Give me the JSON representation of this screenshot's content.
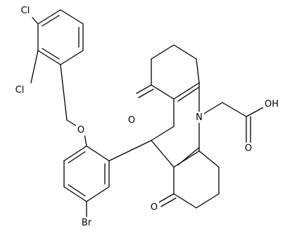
{
  "diagram": {
    "type": "chemical-structure",
    "atoms": {
      "cl_top": "Cl",
      "cl_left": "Cl",
      "o_ether": "O",
      "o_ketone_upper": "O",
      "o_ketone_lower": "O",
      "n_ring": "N",
      "oh_acid": "OH",
      "o_acid_carbonyl": "O",
      "br": "Br"
    }
  }
}
